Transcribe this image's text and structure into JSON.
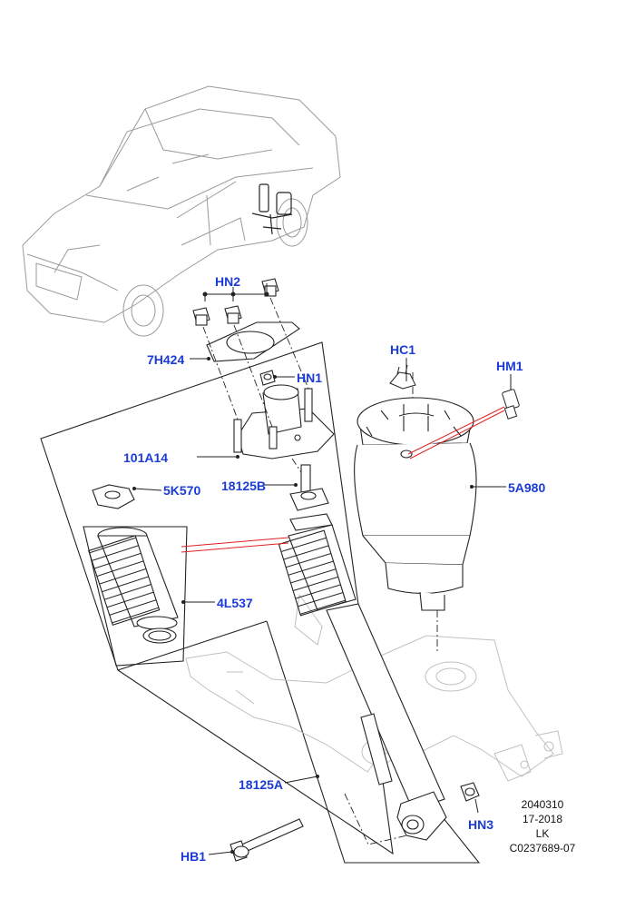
{
  "callouts": {
    "hn2": "HN2",
    "h7424": "7H424",
    "hn1": "HN1",
    "a101a14": "101A14",
    "b18125b": "18125B",
    "k5k570": "5K570",
    "l4l537": "4L537",
    "a18125a": "18125A",
    "hb1": "HB1",
    "hn3": "HN3",
    "hc1": "HC1",
    "hm1": "HM1",
    "a5a980": "5A980"
  },
  "reference": {
    "line1": "2040310",
    "line2": "17-2018",
    "line3": "LK",
    "line4": "C0237689-07"
  },
  "colors": {
    "callout_text": "#1a3bd6",
    "line_art": "#222222",
    "ghost_art": "#b8b8b8",
    "red_connector": "#e02020"
  }
}
